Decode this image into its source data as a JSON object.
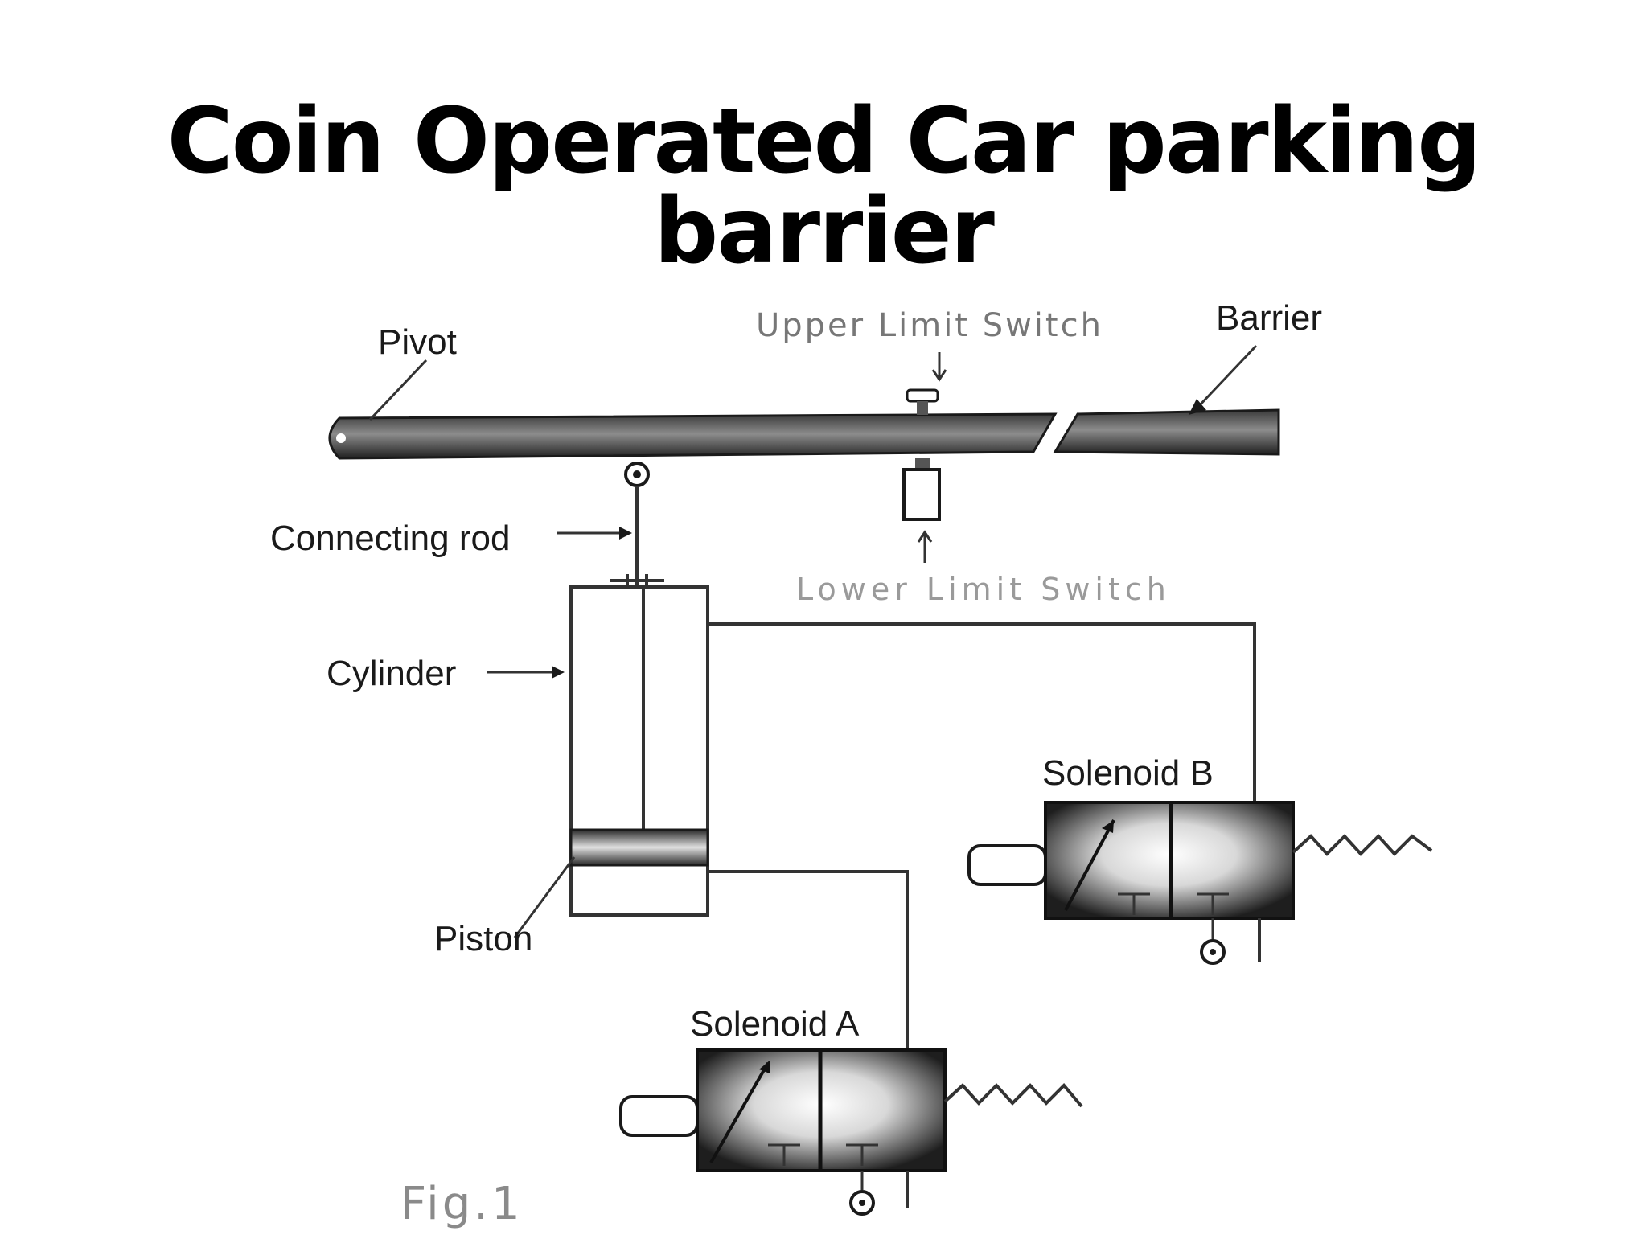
{
  "title": "Coin Operated Car parking barrier",
  "labels": {
    "pivot": "Pivot",
    "upper_limit_switch": "Upper Limit Switch",
    "barrier": "Barrier",
    "connecting_rod": "Connecting rod",
    "lower_limit_switch": "Lower Limit Switch",
    "cylinder": "Cylinder",
    "solenoid_b": "Solenoid B",
    "piston": "Piston",
    "solenoid_a": "Solenoid A",
    "figure": "Fig.1"
  }
}
